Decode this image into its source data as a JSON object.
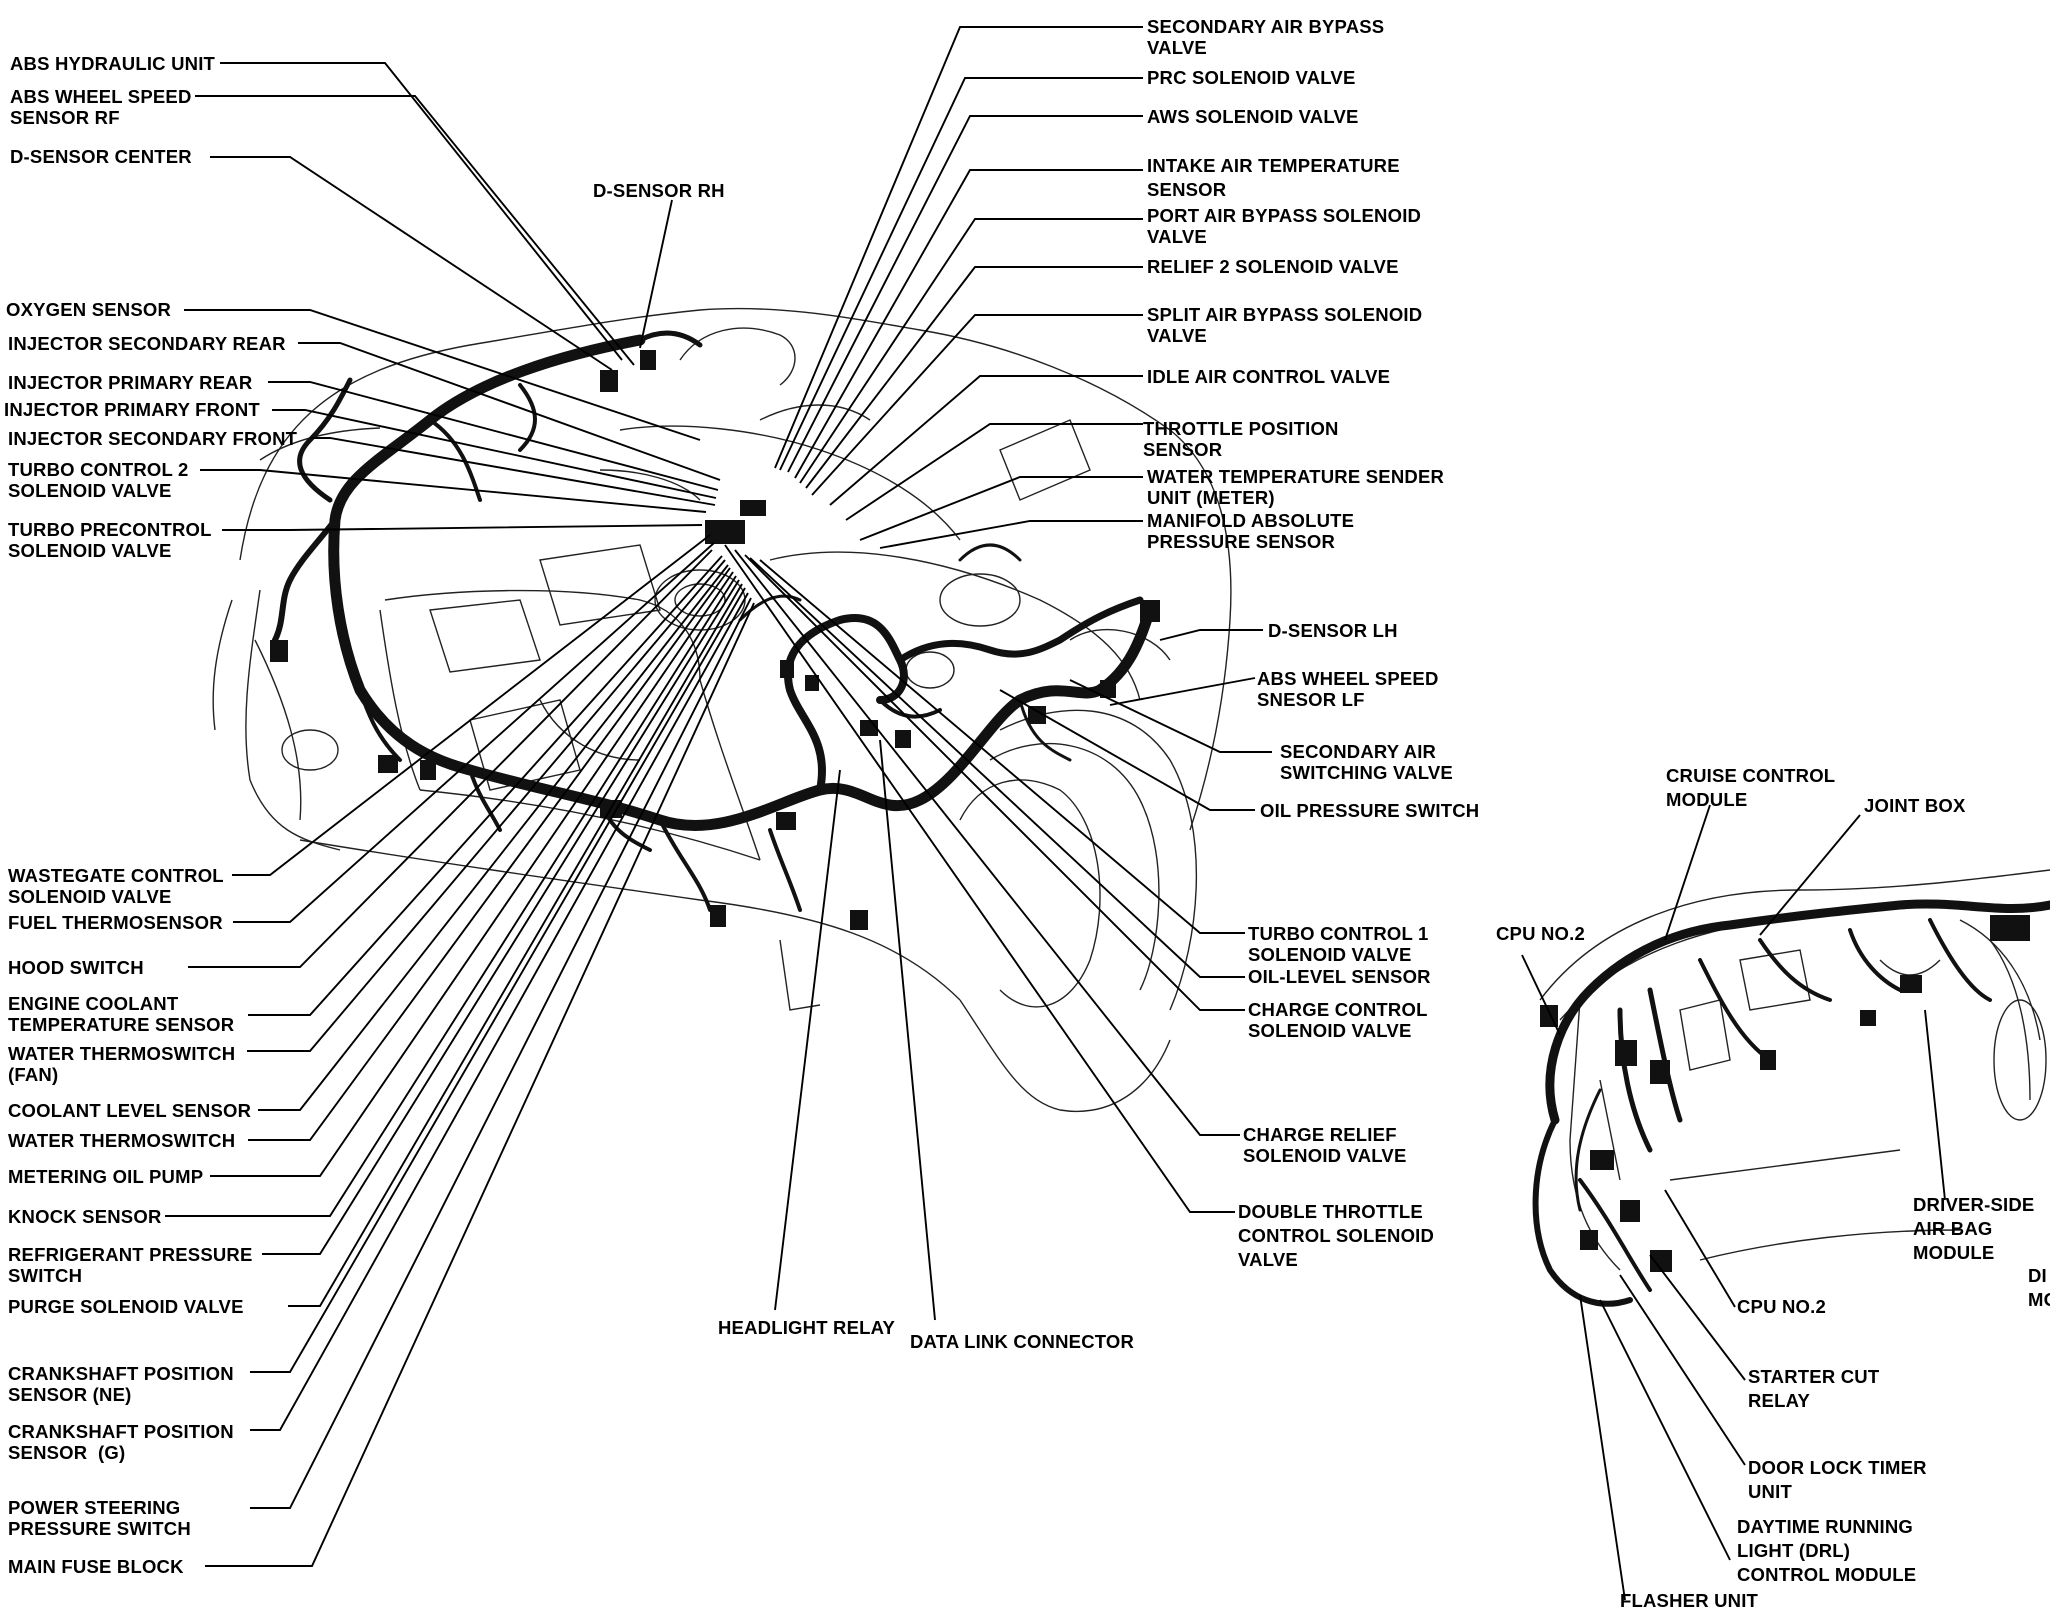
{
  "engine_labels_left": [
    "ABS HYDRAULIC UNIT",
    "ABS WHEEL SPEED\nSENSOR RF",
    "D-SENSOR CENTER",
    "OXYGEN SENSOR",
    "INJECTOR SECONDARY REAR",
    "INJECTOR PRIMARY REAR",
    "INJECTOR PRIMARY FRONT",
    "INJECTOR SECONDARY FRONT",
    "TURBO CONTROL 2\nSOLENOID VALVE",
    "TURBO PRECONTROL\nSOLENOID VALVE",
    "WASTEGATE CONTROL\nSOLENOID VALVE",
    "FUEL THERMOSENSOR",
    "HOOD SWITCH",
    "ENGINE COOLANT\nTEMPERATURE SENSOR",
    "WATER THERMOSWITCH\n(FAN)",
    "COOLANT LEVEL SENSOR",
    "WATER THERMOSWITCH",
    "METERING OIL PUMP",
    "KNOCK SENSOR",
    "REFRIGERANT PRESSURE\nSWITCH",
    "PURGE SOLENOID VALVE",
    "CRANKSHAFT POSITION\nSENSOR (NE)",
    "CRANKSHAFT POSITION\nSENSOR  (G)",
    "POWER STEERING\nPRESSURE SWITCH",
    "MAIN FUSE BLOCK"
  ],
  "engine_labels_top": [
    "D-SENSOR RH"
  ],
  "engine_labels_right": [
    "SECONDARY AIR BYPASS\nVALVE",
    "PRC SOLENOID VALVE",
    "AWS SOLENOID VALVE",
    "INTAKE AIR TEMPERATURE\nSENSOR",
    "PORT AIR BYPASS SOLENOID\nVALVE",
    "RELIEF 2 SOLENOID VALVE",
    "SPLIT AIR BYPASS SOLENOID\nVALVE",
    "IDLE AIR CONTROL VALVE",
    "THROTTLE POSITION\nSENSOR",
    "WATER TEMPERATURE SENDER\nUNIT (METER)",
    "MANIFOLD ABSOLUTE\nPRESSURE SENSOR",
    "D-SENSOR LH",
    "ABS WHEEL SPEED\nSNESOR LF",
    "SECONDARY AIR\nSWITCHING VALVE",
    "OIL PRESSURE SWITCH",
    "TURBO CONTROL 1\nSOLENOID VALVE",
    "OIL-LEVEL SENSOR",
    "CHARGE CONTROL\nSOLENOID VALVE",
    "CHARGE RELIEF\nSOLENOID VALVE",
    "DOUBLE THROTTLE\nCONTROL SOLENOID\nVALVE"
  ],
  "engine_labels_bottom": [
    "HEADLIGHT RELAY",
    "DATA LINK CONNECTOR"
  ],
  "dash_labels": [
    "CRUISE CONTROL\nMODULE",
    "JOINT BOX",
    "CPU NO.2",
    "DRIVER-SIDE\nAIR BAG\nMODULE",
    "DI\nMO",
    "CPU NO.2",
    "STARTER CUT\nRELAY",
    "DOOR LOCK TIMER\nUNIT",
    "DAYTIME RUNNING\nLIGHT (DRL)\nCONTROL MODULE",
    "FLASHER UNIT"
  ]
}
